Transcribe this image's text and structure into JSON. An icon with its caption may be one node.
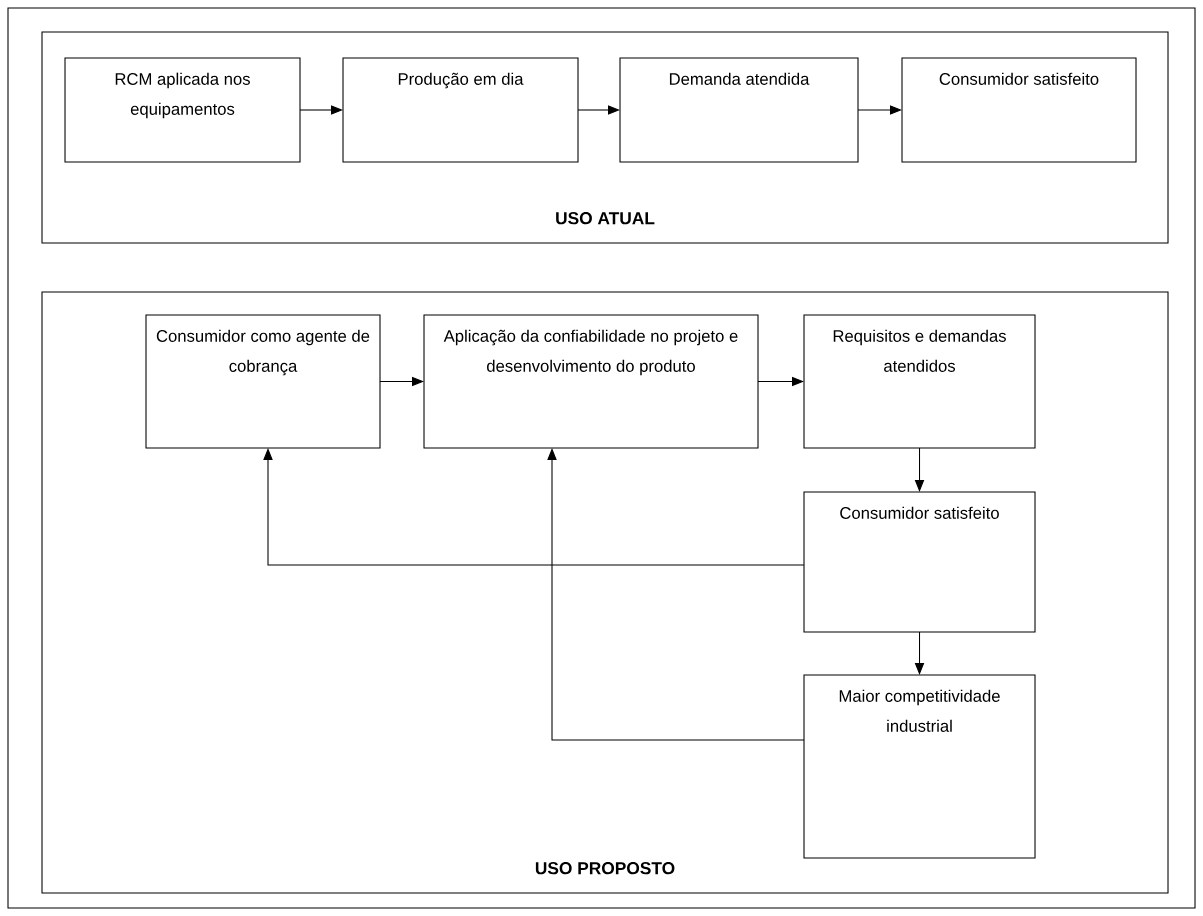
{
  "diagram": {
    "nodes": [
      {
        "text": [
          "USO ATUAL"
        ]
      },
      {
        "text": [
          "RCM aplicada nos equipamentos"
        ],
        "in": 0
      },
      {
        "text": [
          "Produção em dia"
        ],
        "in": 0
      },
      {
        "text": [
          "Demanda atendida"
        ],
        "in": 0
      },
      {
        "text": [
          "Consumidor satisfeito"
        ],
        "in": 0
      },
      {
        "text": [
          "USO PROPOSTO"
        ]
      },
      {
        "text": [
          "Consumidor como agente de cobrança"
        ],
        "in": 5
      },
      {
        "text": [
          "Aplicação da confiabilidade no projeto e desenvolvimento do produto"
        ],
        "in": 5
      },
      {
        "text": [
          "Requisitos e demandas atendidos"
        ],
        "in": 5
      },
      {
        "text": [
          "Consumidor satisfeito"
        ],
        "in": 5
      },
      {
        "text": [
          "Maior competitividade industrial"
        ],
        "in": 5
      }
    ],
    "edges": [
      {
        "from": 1,
        "to": 2,
        "arrow": "to"
      },
      {
        "from": 2,
        "to": 3,
        "arrow": "to"
      },
      {
        "from": 3,
        "to": 4,
        "arrow": "to"
      },
      {
        "from": 6,
        "to": 7,
        "arrow": "to"
      },
      {
        "from": 7,
        "to": 8,
        "arrow": "to"
      },
      {
        "from": 8,
        "to": 9,
        "arrow": "to"
      },
      {
        "from": 9,
        "to": 6,
        "arrow": "to"
      },
      {
        "from": 9,
        "to": 10,
        "arrow": "to"
      },
      {
        "from": 10,
        "to": 7,
        "arrow": "to"
      }
    ]
  }
}
